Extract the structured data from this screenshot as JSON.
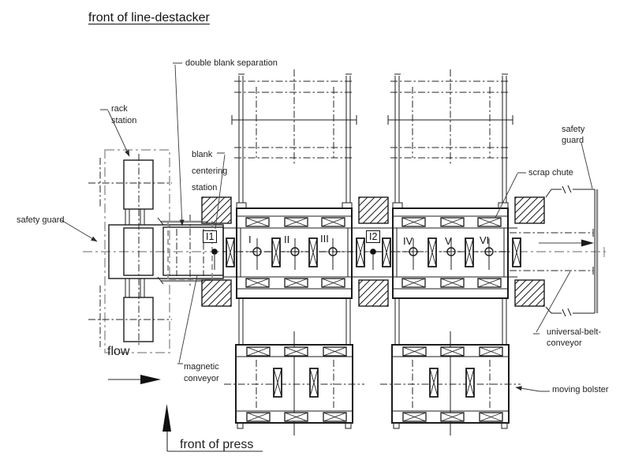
{
  "title": "front of line-destacker",
  "annotations": {
    "double_blank_separation": "double blank separation",
    "rack_station": "rack\nstation",
    "blank_centering_station": "blank\ncentering\nstation",
    "safety_guard_left": "safety guard",
    "safety_guard_right": "safety\nguard",
    "scrap_chute": "scrap chute",
    "universal_belt_conveyor": "universal-belt-\nconveyor",
    "moving_bolster": "moving bolster",
    "magnetic_conveyor": "magnetic\nconveyor",
    "flow": "flow",
    "front_of_press": "front of press"
  },
  "stations": {
    "press1": [
      "I",
      "II",
      "III"
    ],
    "press2": [
      "IV",
      "V",
      "VI"
    ]
  },
  "markers": {
    "i1": "I1",
    "i2": "I2"
  },
  "icons": {
    "flow_arrow": "right-arrow",
    "front_of_press_arrow": "up-arrow",
    "belt_direction_arrow": "right-arrow"
  },
  "colors": {
    "line": "#1c1c1c",
    "centerline_gray": "#9a9a9a",
    "background": "#ffffff"
  }
}
